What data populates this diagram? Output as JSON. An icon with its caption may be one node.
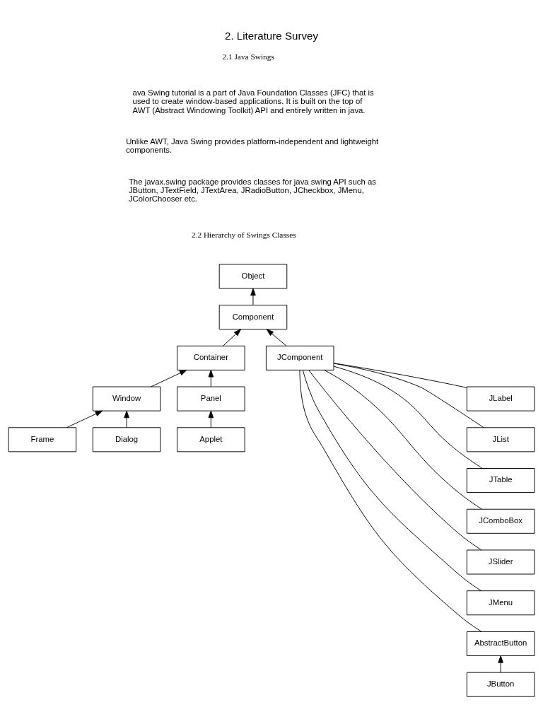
{
  "diagram": {
    "title": "2. Literature Survey",
    "nodes": [
      {
        "text": [
          "Object"
        ]
      },
      {
        "text": [
          "Component"
        ]
      },
      {
        "text": [
          "Container"
        ]
      },
      {
        "text": [
          "JComponent"
        ]
      },
      {
        "text": [
          "Window"
        ]
      },
      {
        "text": [
          "Panel"
        ]
      },
      {
        "text": [
          "Applet"
        ]
      },
      {
        "text": [
          "Frame"
        ]
      },
      {
        "text": [
          "Dialog"
        ]
      },
      {
        "text": [
          "JLabel"
        ]
      },
      {
        "text": [
          "JList"
        ]
      },
      {
        "text": [
          "JTable"
        ]
      },
      {
        "text": [
          "JComboBox"
        ]
      },
      {
        "text": [
          "JSlider"
        ]
      },
      {
        "text": [
          "JMenu"
        ]
      },
      {
        "text": [
          "AbstractButton"
        ]
      },
      {
        "text": [
          "JButton"
        ]
      }
    ],
    "edges": [
      {
        "from": 1,
        "to": 0,
        "arrow": "to"
      },
      {
        "from": 2,
        "to": 1,
        "arrow": "to"
      },
      {
        "from": 3,
        "to": 1,
        "arrow": "to"
      },
      {
        "from": 4,
        "to": 2,
        "arrow": "to"
      },
      {
        "from": 5,
        "to": 2,
        "arrow": "to"
      },
      {
        "from": 6,
        "to": 5,
        "arrow": "to"
      },
      {
        "from": 7,
        "to": 4,
        "arrow": "to"
      },
      {
        "from": 8,
        "to": 4,
        "arrow": "to"
      },
      {
        "from": 3,
        "to": 9,
        "arrow": "none"
      },
      {
        "from": 3,
        "to": 10,
        "arrow": "none"
      },
      {
        "from": 3,
        "to": 11,
        "arrow": "none"
      },
      {
        "from": 3,
        "to": 12,
        "arrow": "none"
      },
      {
        "from": 3,
        "to": 13,
        "arrow": "none"
      },
      {
        "from": 3,
        "to": 14,
        "arrow": "none"
      },
      {
        "from": 3,
        "to": 15,
        "arrow": "none"
      },
      {
        "from": 16,
        "to": 15,
        "arrow": "to"
      }
    ],
    "labels": [
      "2.1 Java Swings",
      "ava Swing tutorial is a part of Java Foundation Classes (JFC) that is used to create window-based applications. It is built on the top of AWT (Abstract Windowing Toolkit) API and entirely written in java.",
      "Unlike AWT, Java Swing provides platform-independent and lightweight components.",
      "The javax.swing package provides classes for java swing API such as JButton, JTextField, JTextArea, JRadioButton, JCheckbox, JMenu, JColorChooser etc.",
      "2.2 Hierarchy of Swings Classes"
    ]
  }
}
